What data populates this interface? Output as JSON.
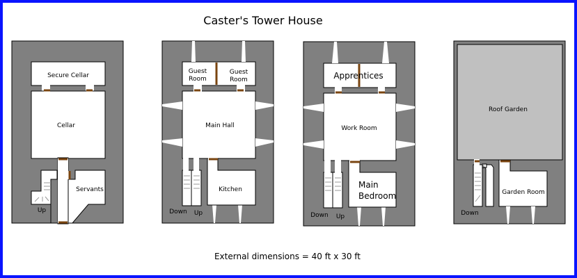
{
  "title": "Caster's Tower House",
  "footer": "External dimensions = 40 ft x 30 ft",
  "colors": {
    "wall": "#808080",
    "door": "#7a4510",
    "garden": "#c0c0c0",
    "border": "#0a14ff"
  },
  "floors": [
    {
      "rooms": [
        "Secure Cellar",
        "Cellar",
        "Servants"
      ],
      "stairs": [
        "Up"
      ]
    },
    {
      "rooms": [
        "Guest",
        "Room",
        "Guest",
        "Room",
        "Main Hall",
        "Kitchen"
      ],
      "stairs": [
        "Down",
        "Up"
      ]
    },
    {
      "rooms": [
        "Apprentices",
        "Work Room",
        "Main",
        "Bedroom"
      ],
      "stairs": [
        "Down",
        "Up"
      ]
    },
    {
      "rooms": [
        "Roof Garden",
        "Garden Room"
      ],
      "stairs": [
        "Down"
      ],
      "marker": "S"
    }
  ]
}
